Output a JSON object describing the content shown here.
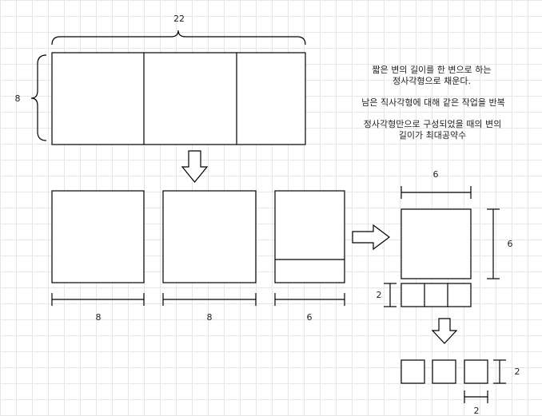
{
  "dimensions": {
    "top_width": "22",
    "top_height": "8",
    "square_a": "8",
    "square_b": "8",
    "remainder_width": "6",
    "right_square_width": "6",
    "right_square_height": "6",
    "strip_height": "2",
    "small_squares_height": "2",
    "small_squares_width": "2"
  },
  "notes": {
    "line1": "짧은 변의 길이를 한 변으로 하는",
    "line2": "정사각형으로 채운다.",
    "line3": "남은 직사각형에 대해 같은 작업을 반복",
    "line4": "정사각형만으로 구성되었을 때의 변의",
    "line5": "길이가 최대공약수"
  }
}
